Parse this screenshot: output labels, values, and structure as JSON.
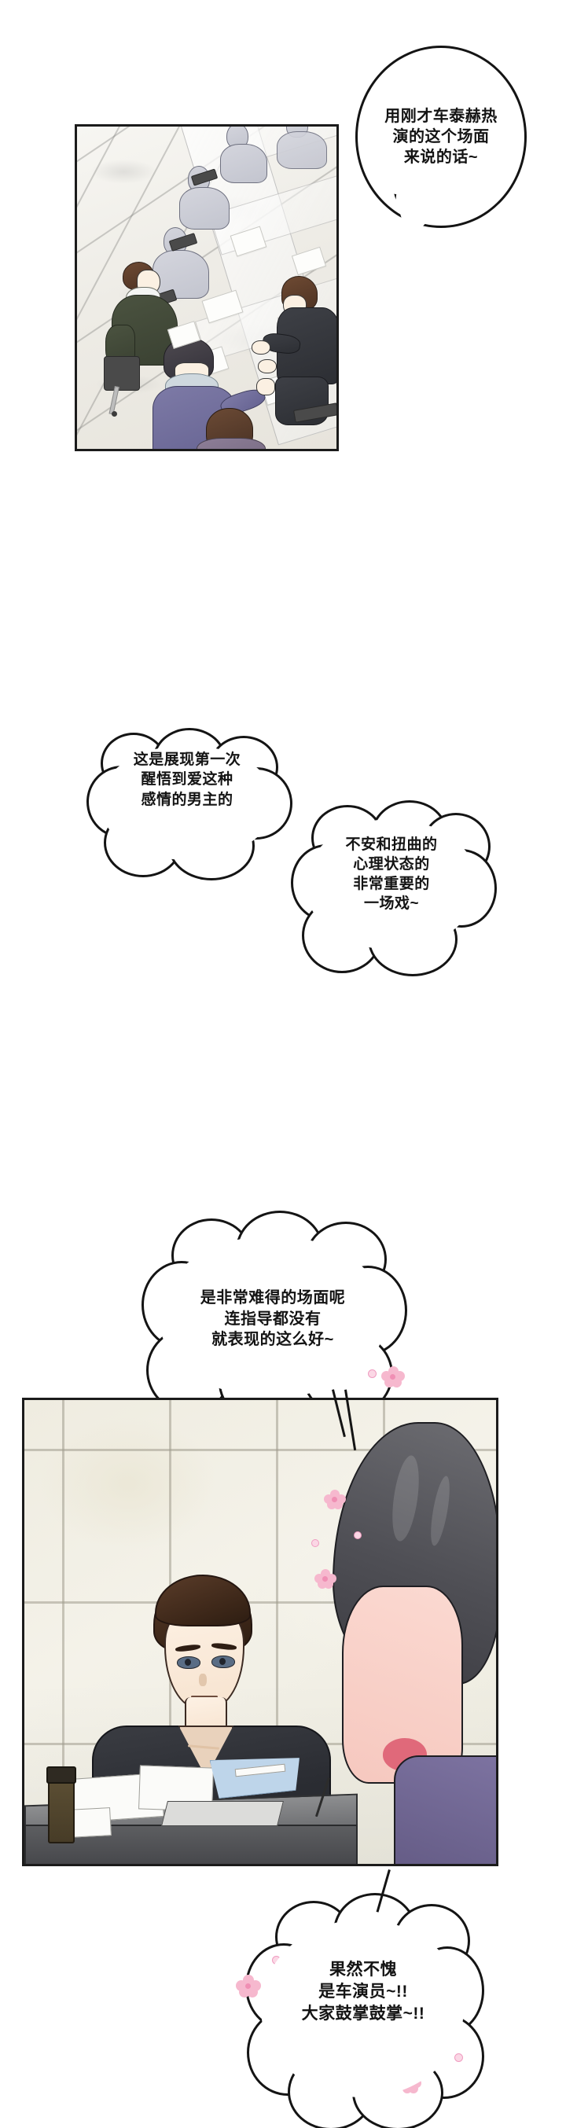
{
  "comic": {
    "title_language": "zh-CN",
    "page_background": "#ffffff",
    "bubble_border_color": "#141414",
    "bubble_fill_color": "#ffffff",
    "accent_petal_color": "#f6b8ce"
  },
  "panels": [
    {
      "id": "panel-top",
      "scene": "overhead view of a script-reading meeting room with long glass table, coffee cups, name tents and papers",
      "characters": [
        "grey background extras seated in a row",
        "woman in olive coat with white scarf",
        "man standing in purple sweater with light blue collar, arm raised",
        "man in dark jacket seated at right",
        "woman with long brown hair in mauve top"
      ]
    },
    {
      "id": "panel-bot",
      "scene": "close-up of a male actor in a black shirt at a table, a woman in foreground out of focus",
      "characters": [
        "male actor in black shirt",
        "foreground woman with dark hair"
      ]
    }
  ],
  "speech_bubbles": [
    {
      "id": "bubble-1",
      "shape": "ellipse",
      "text": "用刚才车泰赫热\n演的这个场面\n来说的话~",
      "speaker_hint": "off-panel director"
    },
    {
      "id": "bubble-2",
      "shape": "cloud",
      "text": "这是展现第一次\n醒悟到爱这种\n感情的男主的",
      "speaker_hint": "off-panel director"
    },
    {
      "id": "bubble-3",
      "shape": "cloud",
      "text": "不安和扭曲的\n心理状态的\n非常重要的\n一场戏~",
      "speaker_hint": "off-panel director"
    },
    {
      "id": "bubble-4",
      "shape": "cloud",
      "text": "是非常难得的场面呢\n连指导都没有\n就表现的这么好~",
      "speaker_hint": "off-panel praise"
    },
    {
      "id": "bubble-5",
      "shape": "cloud",
      "text": "果然不愧\n是车演员~!!\n大家鼓掌鼓掌~!!",
      "speaker_hint": "off-panel praise"
    }
  ]
}
